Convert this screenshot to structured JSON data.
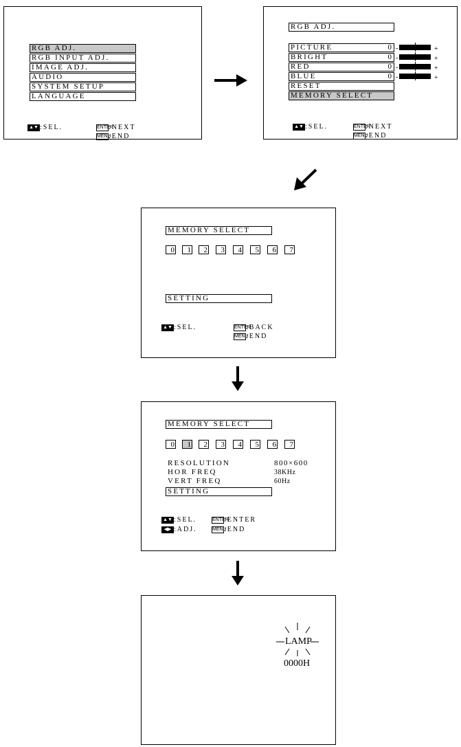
{
  "screen1": {
    "menu": [
      "RGB ADJ.",
      "RGB INPUT ADJ.",
      "IMAGE ADJ.",
      "AUDIO",
      "SYSTEM SETUP",
      "LANGUAGE"
    ],
    "highlight_index": 0,
    "keys": {
      "updown": "▲▼",
      "sel": ":SEL.",
      "enter": "ENTER",
      "next": ":NEXT",
      "menu": "MENU",
      "end": ":END"
    }
  },
  "screen2": {
    "title": "RGB ADJ.",
    "items": [
      {
        "label": "PICTURE",
        "value": "0"
      },
      {
        "label": "BRIGHT",
        "value": "0"
      },
      {
        "label": "RED",
        "value": "0"
      },
      {
        "label": "BLUE",
        "value": "0"
      }
    ],
    "reset": "RESET",
    "memory_select": "MEMORY SELECT",
    "minus": "-",
    "plus": "+",
    "keys": {
      "updown": "▲▼",
      "sel": ":SEL.",
      "enter": "ENTER",
      "next": ":NEXT",
      "menu": "MENU",
      "end": ":END"
    }
  },
  "screen3": {
    "title": "MEMORY SELECT",
    "slots": [
      "0",
      "1",
      "2",
      "3",
      "4",
      "5",
      "6",
      "7"
    ],
    "setting": "SETTING",
    "keys": {
      "updown": "▲▼",
      "sel": ":SEL.",
      "enter": "ENTER",
      "back": ":BACK",
      "menu": "MENU",
      "end": ":END"
    }
  },
  "screen4": {
    "title": "MEMORY SELECT",
    "slots": [
      "0",
      "1",
      "2",
      "3",
      "4",
      "5",
      "6",
      "7"
    ],
    "highlight_slot": 1,
    "info": [
      {
        "label": "RESOLUTION",
        "value": "800×600"
      },
      {
        "label": "HOR FREQ",
        "value": "38KHz"
      },
      {
        "label": "VERT FREQ",
        "value": "60Hz"
      }
    ],
    "setting": "SETTING",
    "keys": {
      "updown": "▲▼",
      "sel": ":SEL.",
      "leftright": "◀▶",
      "adj": ":ADJ.",
      "enter": "ENTER",
      "enter_label": ":ENTER",
      "menu": "MENU",
      "end": ":END"
    }
  },
  "screen5": {
    "lamp": "LAMP",
    "hours": "0000H"
  }
}
